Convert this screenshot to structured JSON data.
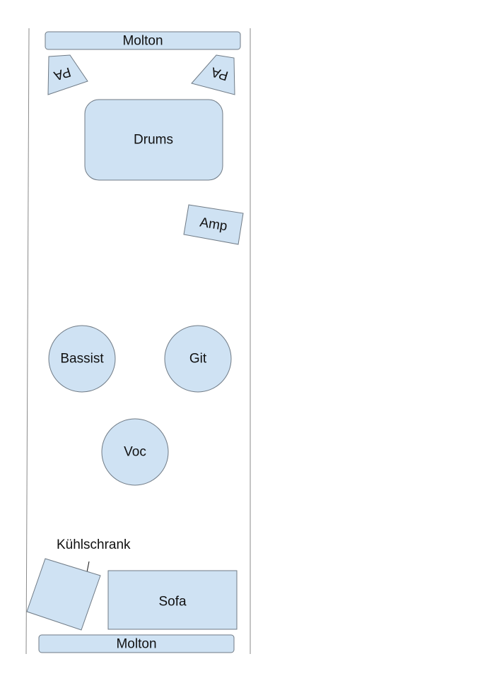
{
  "elements": {
    "molton_top": "Molton",
    "pa_left": "PA",
    "pa_right": "PA",
    "drums": "Drums",
    "amp": "Amp",
    "bassist": "Bassist",
    "git": "Git",
    "voc": "Voc",
    "kuehlschrank": "Kühlschrank",
    "sofa": "Sofa",
    "molton_bottom": "Molton"
  },
  "colors": {
    "fill": "#cfe2f3",
    "stroke": "#6f7a85"
  }
}
